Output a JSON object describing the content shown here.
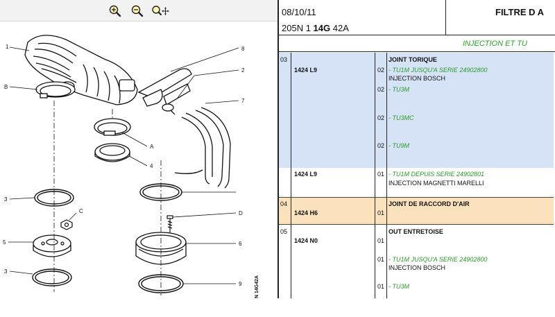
{
  "toolbar": {
    "icons": [
      "zoom-in-icon",
      "zoom-out-icon",
      "zoom-move-icon"
    ]
  },
  "diagram": {
    "callouts": [
      "1",
      "8",
      "2",
      "7",
      "B",
      "A",
      "4",
      "3",
      "C",
      "D",
      "5",
      "6",
      "3",
      "9"
    ],
    "stamp": "N 14G42A"
  },
  "header": {
    "date": "08/10/11",
    "ref_pre": "205N 1 ",
    "ref_bold": "14G",
    "ref_post": " 42A",
    "title": "FILTRE D A",
    "subtitle": "INJECTION ET TU"
  },
  "groups": [
    {
      "num": "03",
      "ref": "1424 L9",
      "title": "JOINT TORIQUE",
      "lines": [
        {
          "qty": "02",
          "text": "- TU1M JUSQU'A SERIE 24902800",
          "style": "green"
        },
        {
          "qty": "",
          "text": "INJECTION BOSCH",
          "style": "plain"
        },
        {
          "qty": "02",
          "text": "- TU3M",
          "style": "green"
        },
        {
          "qty": "02",
          "text": "- TU3MC",
          "style": "green"
        },
        {
          "qty": "02",
          "text": "- TU9M",
          "style": "green"
        }
      ],
      "sub": {
        "ref": "1424 L9",
        "lines": [
          {
            "qty": "01",
            "text": "- TU1M DEPUIS SERIE 24902801",
            "style": "green"
          },
          {
            "qty": "",
            "text": "INJECTION MAGNETTI MARELLI",
            "style": "plain"
          }
        ]
      }
    },
    {
      "num": "04",
      "ref": "1424 H6",
      "title": "JOINT DE RACCORD D'AIR",
      "qty": "01"
    },
    {
      "num": "05",
      "ref": "1424 N0",
      "title": "OUT ENTRETOISE",
      "lines": [
        {
          "qty": "01",
          "text": "",
          "style": "plain"
        },
        {
          "qty": "01",
          "text": "- TU1M JUSQU'A SERIE 24902800",
          "style": "green"
        },
        {
          "qty": "",
          "text": "INJECTION BOSCH",
          "style": "plain"
        },
        {
          "qty": "01",
          "text": "- TU3M",
          "style": "green"
        }
      ]
    }
  ]
}
